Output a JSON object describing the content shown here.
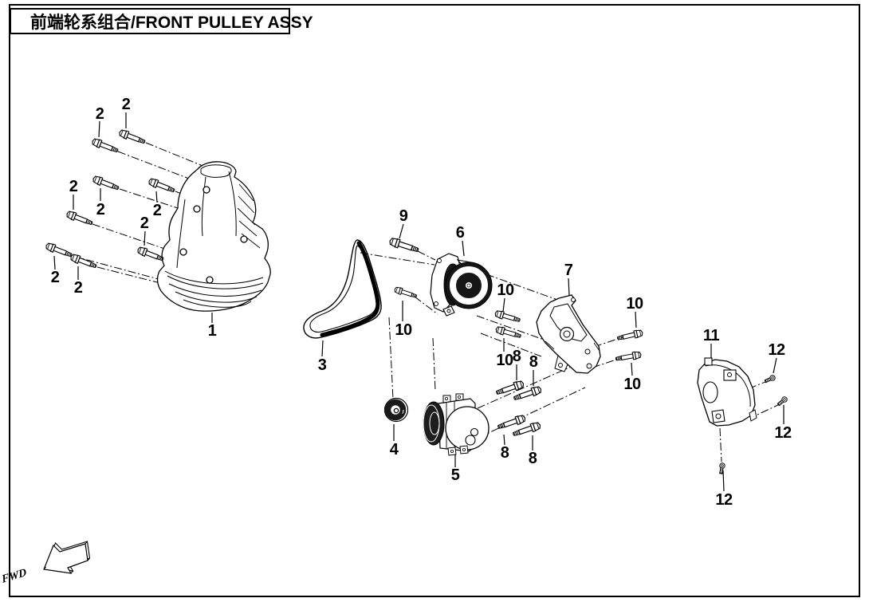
{
  "page": {
    "title_zh": "前端轮系组合",
    "title_en": "FRONT PULLEY ASSY",
    "title_full": "前端轮系组合/FRONT PULLEY ASSY",
    "fwd_label": "FWD"
  },
  "colors": {
    "line": "#000000",
    "background": "#ffffff",
    "dark_fill": "#161616"
  },
  "diagram": {
    "type": "exploded-parts-diagram",
    "parts": [
      {
        "number": "1",
        "callout_count": 1
      },
      {
        "number": "2",
        "callout_count": 8
      },
      {
        "number": "3",
        "callout_count": 1
      },
      {
        "number": "4",
        "callout_count": 1
      },
      {
        "number": "5",
        "callout_count": 1
      },
      {
        "number": "6",
        "callout_count": 1
      },
      {
        "number": "7",
        "callout_count": 1
      },
      {
        "number": "8",
        "callout_count": 4
      },
      {
        "number": "9",
        "callout_count": 1
      },
      {
        "number": "10",
        "callout_count": 5
      },
      {
        "number": "11",
        "callout_count": 1
      },
      {
        "number": "12",
        "callout_count": 3
      }
    ]
  },
  "callouts": {
    "items": [
      "1",
      "2",
      "2",
      "2",
      "2",
      "2",
      "2",
      "2",
      "2",
      "3",
      "4",
      "5",
      "6",
      "7",
      "8",
      "8",
      "8",
      "8",
      "9",
      "10",
      "10",
      "10",
      "10",
      "10",
      "11",
      "12",
      "12",
      "12"
    ]
  }
}
